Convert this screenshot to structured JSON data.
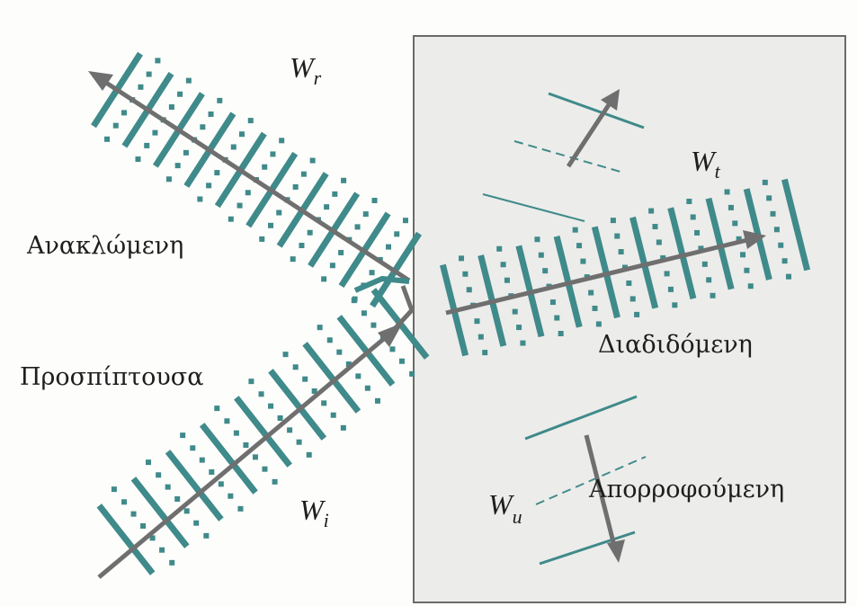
{
  "labels": {
    "reflected": "Ανακλώμενη",
    "incident": "Προσπίπτουσα",
    "transmitted": "Διαδιδόμενη",
    "absorbed": "Απορροφούμενη"
  },
  "symbols": {
    "reflected": {
      "base": "W",
      "sub": "r"
    },
    "transmitted": {
      "base": "W",
      "sub": "t"
    },
    "incident": {
      "base": "W",
      "sub": "i"
    },
    "absorbed": {
      "base": "W",
      "sub": "u"
    }
  },
  "colors": {
    "wavefront": "#3f8a8a",
    "arrow": "#6f6f6f",
    "medium_fill": "#ececea",
    "medium_border": "#6a6a6a",
    "text": "#1e1e1e"
  }
}
